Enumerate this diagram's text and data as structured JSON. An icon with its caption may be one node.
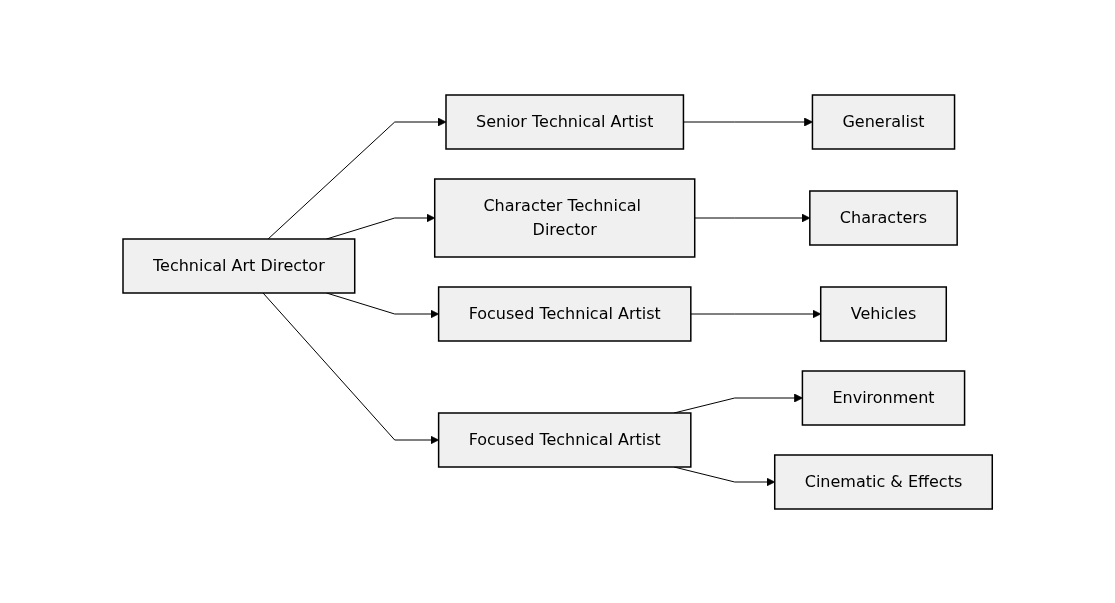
{
  "diagram": {
    "nodes": [
      {
        "text": [
          "Technical Art Director"
        ]
      },
      {
        "text": [
          "Senior Technical Artist"
        ]
      },
      {
        "text": [
          "Character Technical Director"
        ]
      },
      {
        "text": [
          "Focused Technical Artist"
        ]
      },
      {
        "text": [
          "Focused Technical Artist"
        ]
      },
      {
        "text": [
          "Generalist"
        ]
      },
      {
        "text": [
          "Characters"
        ]
      },
      {
        "text": [
          "Vehicles"
        ]
      },
      {
        "text": [
          "Environment"
        ]
      },
      {
        "text": [
          "Cinematic & Effects"
        ]
      }
    ],
    "edges": [
      {
        "from": 0,
        "to": 1,
        "arrow": "to"
      },
      {
        "from": 0,
        "to": 2,
        "arrow": "to"
      },
      {
        "from": 0,
        "to": 3,
        "arrow": "to"
      },
      {
        "from": 0,
        "to": 4,
        "arrow": "to"
      },
      {
        "from": 1,
        "to": 5,
        "arrow": "to"
      },
      {
        "from": 2,
        "to": 6,
        "arrow": "to"
      },
      {
        "from": 3,
        "to": 7,
        "arrow": "to"
      },
      {
        "from": 4,
        "to": 8,
        "arrow": "to"
      },
      {
        "from": 4,
        "to": 9,
        "arrow": "to"
      }
    ]
  }
}
